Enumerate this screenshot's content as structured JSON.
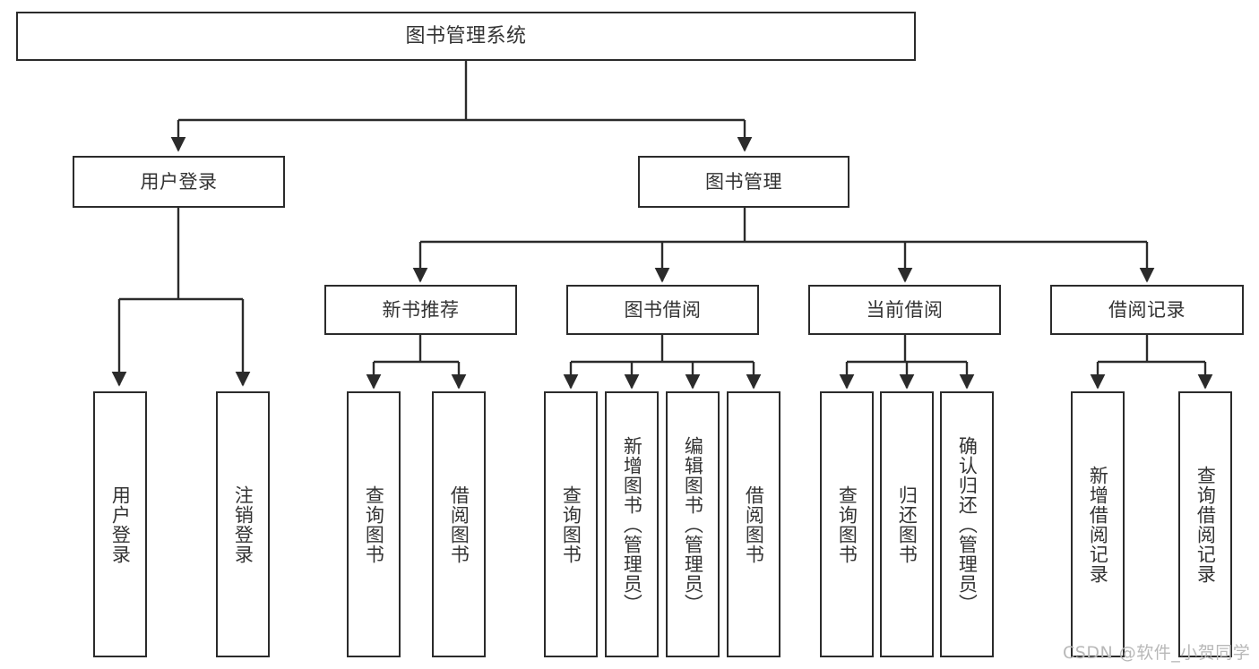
{
  "diagram": {
    "title": "图书管理系统",
    "watermark": "CSDN @软件_小贺同学",
    "line_color": "#2b2b2b",
    "text_color": "#333333",
    "background": "#ffffff",
    "root": {
      "label": "图书管理系统"
    },
    "level2": [
      {
        "label": "用户登录"
      },
      {
        "label": "图书管理"
      }
    ],
    "level3": [
      {
        "label": "新书推荐"
      },
      {
        "label": "图书借阅"
      },
      {
        "label": "当前借阅"
      },
      {
        "label": "借阅记录"
      }
    ],
    "leaves": {
      "user_login": [
        {
          "label": "用户登录"
        },
        {
          "label": "注销登录"
        }
      ],
      "new_book_recommend": [
        {
          "label": "查询图书"
        },
        {
          "label": "借阅图书"
        }
      ],
      "book_borrow": [
        {
          "label": "查询图书"
        },
        {
          "label": "新增图书（管理员）"
        },
        {
          "label": "编辑图书（管理员）"
        },
        {
          "label": "借阅图书"
        }
      ],
      "current_borrow": [
        {
          "label": "查询图书"
        },
        {
          "label": "归还图书"
        },
        {
          "label": "确认归还（管理员）"
        }
      ],
      "borrow_record": [
        {
          "label": "新增借阅记录"
        },
        {
          "label": "查询借阅记录"
        }
      ]
    }
  }
}
